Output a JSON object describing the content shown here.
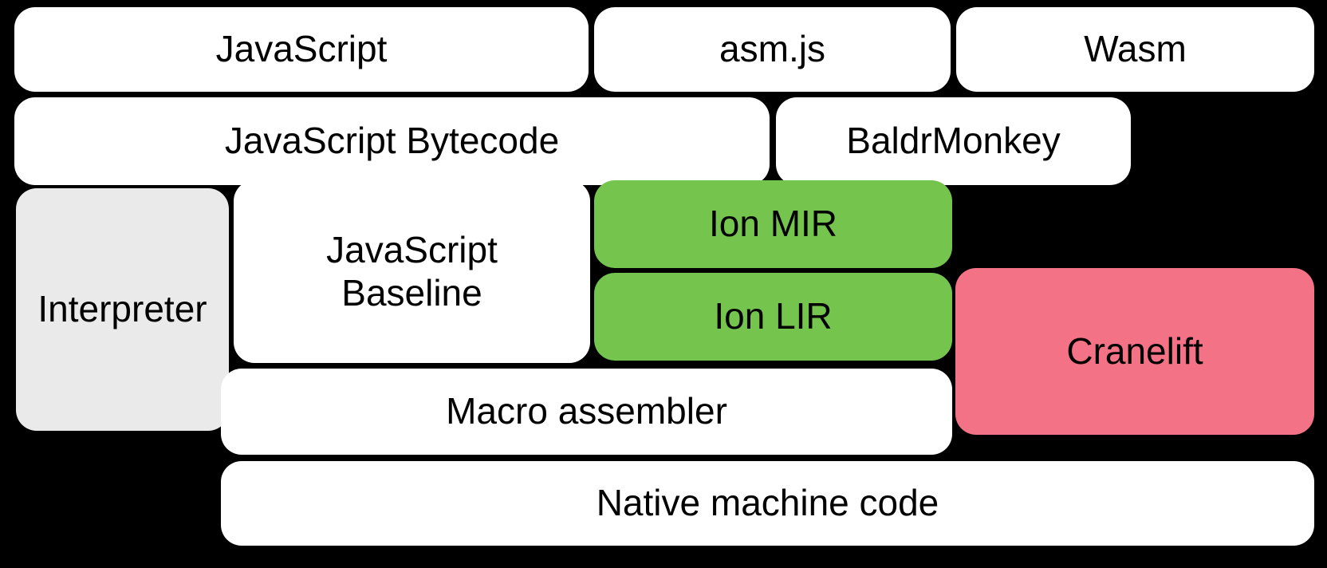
{
  "diagram": {
    "title": "SpiderMonkey compilation pipeline",
    "type": "layered-block-diagram",
    "background_color": "#000000",
    "palette": {
      "white": "#ffffff",
      "gray": "#eaeaea",
      "green": "#74c44e",
      "pink": "#f47285",
      "text": "#000000"
    },
    "rows": [
      {
        "name": "source-languages",
        "nodes": [
          {
            "id": "javascript",
            "label": "JavaScript",
            "color": "white"
          },
          {
            "id": "asmjs",
            "label": "asm.js",
            "color": "white"
          },
          {
            "id": "wasm",
            "label": "Wasm",
            "color": "white"
          }
        ]
      },
      {
        "name": "intermediate-front-end",
        "nodes": [
          {
            "id": "javascript-bytecode",
            "label": "JavaScript Bytecode",
            "color": "white"
          },
          {
            "id": "baldrmonkey",
            "label": "BaldrMonkey",
            "color": "white"
          }
        ]
      },
      {
        "name": "execution-tiers",
        "nodes": [
          {
            "id": "interpreter",
            "label": "Interpreter",
            "color": "gray"
          },
          {
            "id": "javascript-baseline",
            "label": "JavaScript\nBaseline",
            "color": "white"
          },
          {
            "id": "ion-mir",
            "label": "Ion MIR",
            "color": "green"
          },
          {
            "id": "ion-lir",
            "label": "Ion LIR",
            "color": "green"
          },
          {
            "id": "cranelift",
            "label": "Cranelift",
            "color": "pink"
          }
        ]
      },
      {
        "name": "code-emission",
        "nodes": [
          {
            "id": "macro-assembler",
            "label": "Macro assembler",
            "color": "white"
          }
        ]
      },
      {
        "name": "output",
        "nodes": [
          {
            "id": "native-machine-code",
            "label": "Native machine code",
            "color": "white"
          }
        ]
      }
    ]
  }
}
